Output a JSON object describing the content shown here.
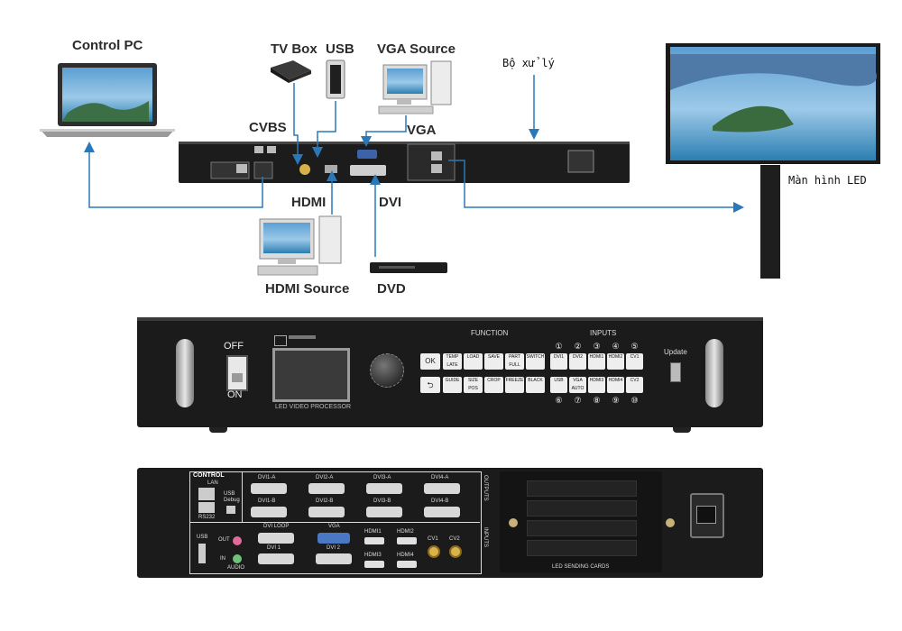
{
  "top_diagram": {
    "labels": {
      "control_pc": "Control PC",
      "tv_box": "TV Box",
      "usb": "USB",
      "vga_source": "VGA Source",
      "processor": "Bộ xử lý",
      "cvbs": "CVBS",
      "vga": "VGA",
      "hdmi": "HDMI",
      "dvi": "DVI",
      "led_screen": "Màn hình LED",
      "hdmi_source": "HDMI Source",
      "dvd": "DVD"
    }
  },
  "front_panel": {
    "power_off": "OFF",
    "power_on": "ON",
    "screen_caption": "LED VIDEO PROCESSOR",
    "function_title": "FUNCTION",
    "inputs_title": "INPUTS",
    "ok": "OK",
    "back": "⮌",
    "function_row1": [
      "TEMP LATE",
      "LOAD",
      "SAVE",
      "PART FULL",
      "SWITCH"
    ],
    "function_row2": [
      "GUIDE",
      "SIZE POS",
      "CROP",
      "FREEZE",
      "BLACK"
    ],
    "inputs_row1": [
      "DVI1",
      "DVI2",
      "HDMI1",
      "HDMI2",
      "CV1"
    ],
    "inputs_row2": [
      "USB",
      "VGA AUTO",
      "HDMI3",
      "HDMI4",
      "CV2"
    ],
    "inputs_num_top": [
      "①",
      "②",
      "③",
      "④",
      "⑤"
    ],
    "inputs_num_bottom": [
      "⑥",
      "⑦",
      "⑧",
      "⑨",
      "⑩"
    ],
    "update": "Update"
  },
  "rear_panel": {
    "control_title": "CONTROL",
    "lan": "LAN",
    "rs232": "RS232",
    "usb_debug": "USB Debug",
    "outputs_side": "OUTPUTS",
    "inputs_side": "INPUTS",
    "dvi_out_top": [
      "DVI1-A",
      "DVI2-A",
      "DVI3-A",
      "DVI4-A"
    ],
    "dvi_out_bottom": [
      "DVI1-B",
      "DVI2-B",
      "DVI3-B",
      "DVI4-B"
    ],
    "usb": "USB",
    "audio_out": "OUT",
    "audio_in": "IN",
    "audio": "AUDIO",
    "dvi_loop": "DVI LOOP",
    "dvi1": "DVI 1",
    "vga": "VGA",
    "dvi2": "DVI 2",
    "hdmi": [
      "HDMI1",
      "HDMI2",
      "HDMI3",
      "HDMI4"
    ],
    "cv": [
      "CV1",
      "CV2"
    ],
    "sending_cards": "LED SENDING CARDS"
  }
}
